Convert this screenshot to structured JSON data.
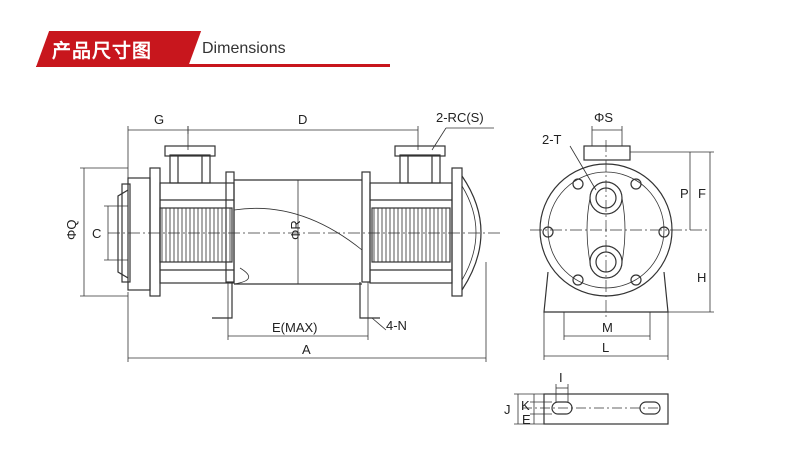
{
  "header": {
    "title_cn": "产品尺寸图",
    "title_en": "Dimensions",
    "accent": "#c8161d"
  },
  "labels": {
    "G": "G",
    "D": "D",
    "rc": "2-RC(S)",
    "phiQ": "ΦQ",
    "C": "C",
    "phiR": "ΦR",
    "emax": "E(MAX)",
    "n4": "4-N",
    "A": "A",
    "phiS": "ΦS",
    "t2": "2-T",
    "P": "P",
    "F": "F",
    "H": "H",
    "M": "M",
    "L": "L",
    "I": "I",
    "J": "J",
    "K": "K",
    "E": "E"
  }
}
